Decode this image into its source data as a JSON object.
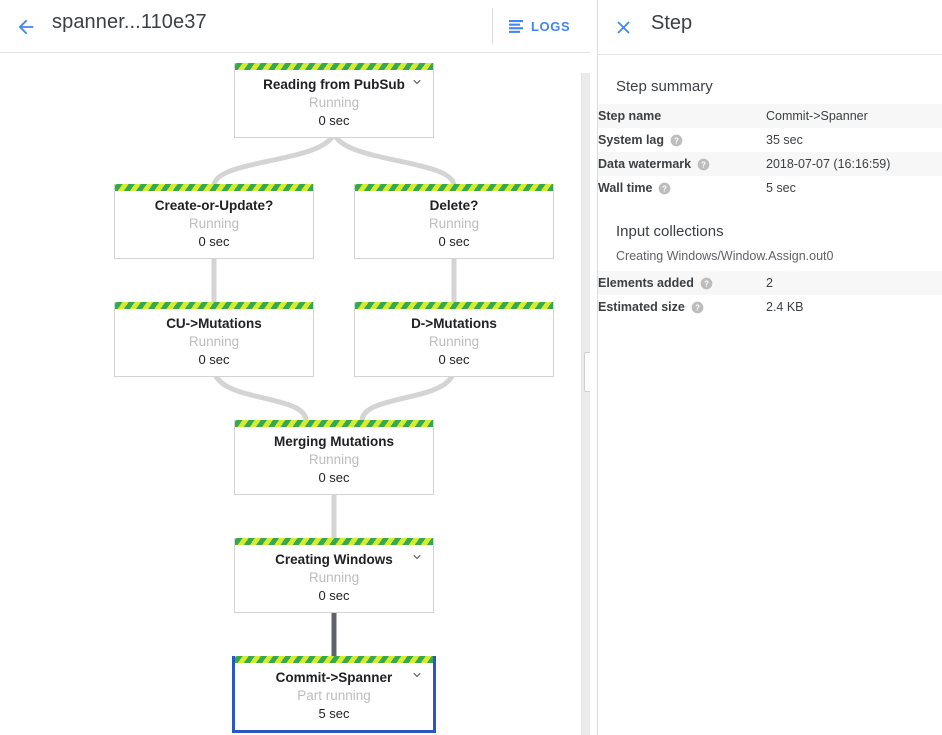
{
  "topbar": {
    "back_icon": "arrow-back-icon",
    "job_title": "spanner...110e37",
    "logs_icon": "subject-icon",
    "logs_label": "LOGS"
  },
  "graph": {
    "nodes": [
      {
        "id": "reading-from-pubsub",
        "title": "Reading from PubSub",
        "status": "Running",
        "time": "0 sec",
        "expandable": true,
        "selected": false
      },
      {
        "id": "create-or-update",
        "title": "Create-or-Update?",
        "status": "Running",
        "time": "0 sec",
        "expandable": false,
        "selected": false
      },
      {
        "id": "delete",
        "title": "Delete?",
        "status": "Running",
        "time": "0 sec",
        "expandable": false,
        "selected": false
      },
      {
        "id": "cu-mutations",
        "title": "CU->Mutations",
        "status": "Running",
        "time": "0 sec",
        "expandable": false,
        "selected": false
      },
      {
        "id": "d-mutations",
        "title": "D->Mutations",
        "status": "Running",
        "time": "0 sec",
        "expandable": false,
        "selected": false
      },
      {
        "id": "merging-mutations",
        "title": "Merging Mutations",
        "status": "Running",
        "time": "0 sec",
        "expandable": false,
        "selected": false
      },
      {
        "id": "creating-windows",
        "title": "Creating Windows",
        "status": "Running",
        "time": "0 sec",
        "expandable": true,
        "selected": false
      },
      {
        "id": "commit-spanner",
        "title": "Commit->Spanner",
        "status": "Part running",
        "time": "5 sec",
        "expandable": true,
        "selected": true
      }
    ],
    "chevron_icon": "chevron-down-icon",
    "selected_border_color": "#2a56c6",
    "edge_color": "#d4d4d4",
    "highlighted_edge_color": "#5f6368",
    "stripe_colors": [
      "#35a853",
      "#d7ec31"
    ],
    "scrollbar": {
      "name": "vertical-scrollbar"
    }
  },
  "panel": {
    "close_icon": "close-icon",
    "title": "Step",
    "step_summary": {
      "heading": "Step summary",
      "rows": [
        {
          "label": "Step name",
          "value": "Commit->Spanner",
          "help": false
        },
        {
          "label": "System lag",
          "value": "35 sec",
          "help": true
        },
        {
          "label": "Data watermark",
          "value": "2018-07-07 (16:16:59)",
          "help": true
        },
        {
          "label": "Wall time",
          "value": "5 sec",
          "help": true
        }
      ]
    },
    "input_collections": {
      "heading": "Input collections",
      "collection_name": "Creating Windows/Window.Assign.out0",
      "rows": [
        {
          "label": "Elements added",
          "value": "2",
          "help": true
        },
        {
          "label": "Estimated size",
          "value": "2.4 KB",
          "help": true
        }
      ]
    },
    "help_icon": "help-circle-icon"
  },
  "colors": {
    "accent": "#4285f4",
    "selected": "#2a56c6",
    "text": "#3c4043",
    "muted": "#bdbdbd"
  }
}
